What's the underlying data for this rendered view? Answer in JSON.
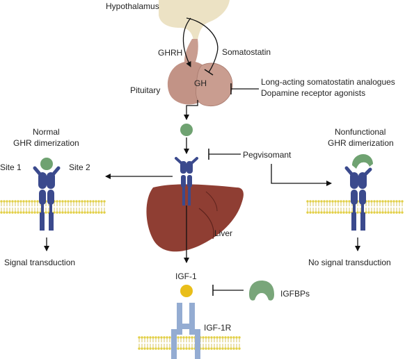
{
  "labels": {
    "hypothalamus": "Hypothalamus",
    "ghrh": "GHRH",
    "somatostatin": "Somatostatin",
    "pituitary": "Pituitary",
    "gh": "GH",
    "analogues_line1": "Long-acting somatostatin analogues",
    "analogues_line2": "Dopamine receptor agonists",
    "normal_line1": "Normal",
    "normal_line2": "GHR dimerization",
    "site1": "Site 1",
    "site2": "Site 2",
    "signal": "Signal transduction",
    "pegvisomant": "Pegvisomant",
    "nonfunctional_line1": "Nonfunctional",
    "nonfunctional_line2": "GHR dimerization",
    "no_signal": "No signal transduction",
    "liver": "Liver",
    "igf1": "IGF-1",
    "igfbps": "IGFBPs",
    "igf1r": "IGF-1R"
  },
  "colors": {
    "hypothalamus": "#ece2c4",
    "pituitary": "#c99d90",
    "pituitary_dark": "#a87a6e",
    "gh_molecule": "#6fa271",
    "receptor": "#3b4a8d",
    "liver": "#8f3e33",
    "liver_dark": "#5e231d",
    "membrane": "#eedd62",
    "igf1": "#e9be1a",
    "igfbp": "#79a67a",
    "igf1r": "#94acd2",
    "line": "#111111"
  }
}
